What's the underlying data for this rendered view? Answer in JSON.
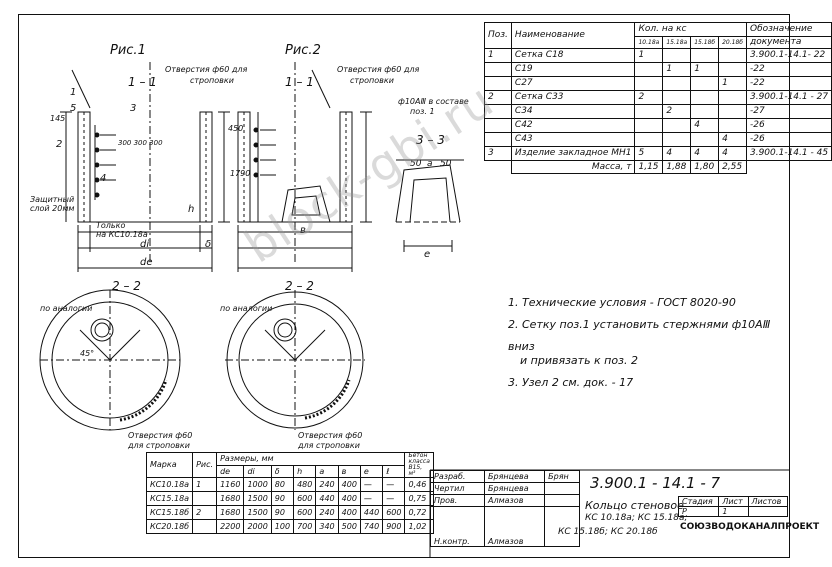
{
  "figures": {
    "fig1_title": "Рис.1",
    "fig2_title": "Рис.2",
    "section_11": "1 – 1",
    "section_11b": "1 – 1",
    "section_22": "2 – 2",
    "section_22b": "2 – 2",
    "section_33": "3 – 3",
    "hole_note_1a": "Отверстия ф60 для",
    "hole_note_1b": "строповки",
    "hole_note_2a": "Отверстия ф60 для",
    "hole_note_2b": "строповки",
    "rod_note_a": "ф10АⅢ в составе",
    "rod_note_b": "поз. 1",
    "protective_layer": "Защитный",
    "protective_layer_b": "слой 20мм",
    "only_kc": "Только",
    "only_kc_b": "на КС10.18а",
    "by_analogy_1": "по аналогии",
    "by_analogy_2": "по аналогии",
    "hole_bottom_1a": "Отверстия ф60",
    "hole_bottom_1b": "для строповки",
    "hole_bottom_2a": "Отверстия ф60",
    "hole_bottom_2b": "для строповки",
    "dim_145": "145",
    "dim_450": "450",
    "dim_1790": "1790",
    "dim_300": "300 300 300",
    "dim_di": "di",
    "dim_de": "de",
    "dim_h": "h",
    "dim_b": "в",
    "dim_delta": "δ",
    "dim_angle": "45°",
    "dim_50a": "50",
    "dim_a": "а",
    "dim_50b": "50",
    "dim_e": "e",
    "label_1": "1",
    "label_2": "2",
    "label_3": "3",
    "label_4": "4",
    "label_5": "5"
  },
  "spec_table": {
    "headers": {
      "pos": "Поз.",
      "name": "Наименование",
      "qty": "Кол. на кс",
      "doc": "Обозначение",
      "doc2": "документа",
      "cols": [
        "10.18а",
        "15.18а",
        "15.18б",
        "20.18б"
      ]
    },
    "rows": [
      {
        "pos": "1",
        "name": "Сетка С18",
        "q": [
          "1",
          "",
          "",
          ""
        ],
        "doc": "3.900.1-14.1- 22"
      },
      {
        "pos": "",
        "name": "С19",
        "q": [
          "",
          "1",
          "1",
          ""
        ],
        "doc": "-22"
      },
      {
        "pos": "",
        "name": "С27",
        "q": [
          "",
          "",
          "",
          "1"
        ],
        "doc": "-22"
      },
      {
        "pos": "2",
        "name": "Сетка С33",
        "q": [
          "2",
          "",
          "",
          ""
        ],
        "doc": "3.900.1-14.1 - 27"
      },
      {
        "pos": "",
        "name": "С34",
        "q": [
          "",
          "2",
          "",
          ""
        ],
        "doc": "-27"
      },
      {
        "pos": "",
        "name": "С42",
        "q": [
          "",
          "",
          "4",
          ""
        ],
        "doc": "-26"
      },
      {
        "pos": "",
        "name": "С43",
        "q": [
          "",
          "",
          "",
          "4"
        ],
        "doc": "-26"
      },
      {
        "pos": "3",
        "name": "Изделие закладное МН1",
        "q": [
          "5",
          "4",
          "4",
          "4"
        ],
        "doc": "3.900.1-14.1 - 45"
      }
    ],
    "mass_label": "Масса, т",
    "mass": [
      "1,15",
      "1,88",
      "1,80",
      "2,55"
    ]
  },
  "notes": [
    "1. Технические условия - ГОСТ 8020-90",
    "2. Сетку поз.1 установить стержнями ф10АⅢ вниз",
    "и привязать к поз. 2",
    "3. Узел 2 см. док. - 17"
  ],
  "dims_table": {
    "h_mark": "Марка",
    "h_fig": "Рис.",
    "h_sizes": "Размеры, мм",
    "h_concrete": "Бетон класса В15, м³",
    "cols": [
      "de",
      "di",
      "δ",
      "h",
      "а",
      "в",
      "e",
      "ℓ"
    ],
    "rows": [
      {
        "mark": "КС10.18а",
        "fig": "1",
        "v": [
          "1160",
          "1000",
          "80",
          "480",
          "240",
          "400",
          "—",
          "—"
        ],
        "conc": "0,46"
      },
      {
        "mark": "КС15.18а",
        "fig": "",
        "v": [
          "1680",
          "1500",
          "90",
          "600",
          "440",
          "400",
          "—",
          "—"
        ],
        "conc": "0,75"
      },
      {
        "mark": "КС15.18б",
        "fig": "2",
        "v": [
          "1680",
          "1500",
          "90",
          "600",
          "240",
          "400",
          "440",
          "600"
        ],
        "conc": "0,72"
      },
      {
        "mark": "КС20.18б",
        "fig": "",
        "v": [
          "2200",
          "2000",
          "100",
          "700",
          "340",
          "500",
          "740",
          "900"
        ],
        "conc": "1,02"
      }
    ]
  },
  "title_block": {
    "doc_code": "3.900.1 - 14.1 - 7",
    "roles": [
      "Разраб.",
      "Чертил",
      "Пров.",
      "Н.контр."
    ],
    "names": [
      "Брянцева",
      "Брянцева",
      "Алмазов",
      "Алмазов"
    ],
    "sign": "Брян",
    "title_1": "Кольцо стеновое",
    "title_2": "КС 10.18а; КС 15.18а;",
    "title_3": "КС 15.18б; КС 20.18б",
    "stage_h": "Стадия",
    "sheet_h": "Лист",
    "sheets_h": "Листов",
    "stage": "Р",
    "sheet": "1",
    "org": "СОЮЗВОДОКАНАЛПРОЕКТ"
  },
  "watermark": "block-gbi.ru"
}
